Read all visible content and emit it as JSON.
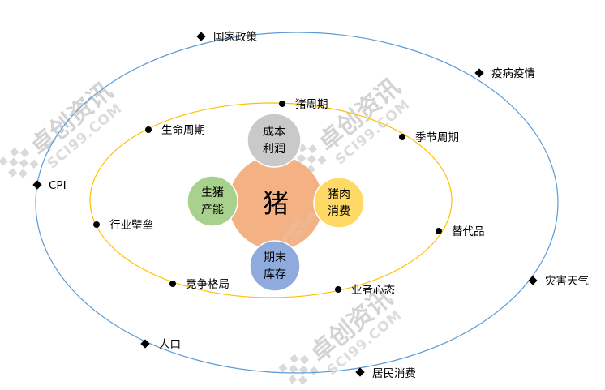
{
  "center": {
    "label": "猪",
    "color": "#f4b183"
  },
  "satellites": {
    "top": {
      "line1": "成本",
      "line2": "利润",
      "color": "#c9c9c9"
    },
    "left": {
      "line1": "生猪",
      "line2": "产能",
      "color": "#a9d18e"
    },
    "right": {
      "line1": "猪肉",
      "line2": "消费",
      "color": "#ffd966"
    },
    "bottom": {
      "line1": "期末",
      "line2": "库存",
      "color": "#8faadc"
    }
  },
  "inner_ring": {
    "color": "#ffc000",
    "factors": [
      "猪周期",
      "生命周期",
      "季节周期",
      "行业壁垒",
      "替代品",
      "竞争格局",
      "业者心态"
    ]
  },
  "outer_ring": {
    "color": "#5b9bd5",
    "factors": [
      "国家政策",
      "疫病疫情",
      "CPI",
      "灾害天气",
      "人口",
      "居民消费"
    ]
  },
  "watermark": {
    "title": "卓创资讯",
    "subtitle": "SCI99.COM"
  }
}
